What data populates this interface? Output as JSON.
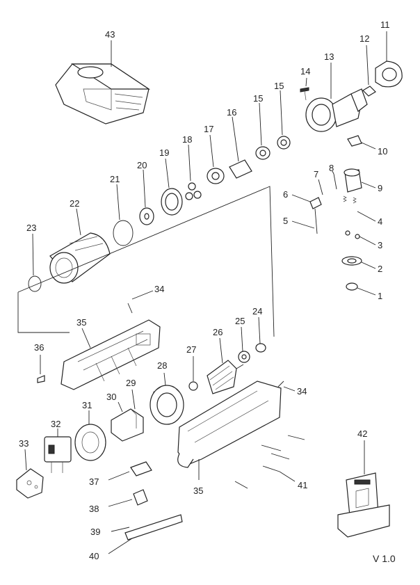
{
  "diagram": {
    "labels": {
      "p1": "1",
      "p2": "2",
      "p3": "3",
      "p4": "4",
      "p5": "5",
      "p6": "6",
      "p7": "7",
      "p8": "8",
      "p9": "9",
      "p10": "10",
      "p11": "11",
      "p12": "12",
      "p13": "13",
      "p14": "14",
      "p15a": "15",
      "p15b": "15",
      "p16": "16",
      "p17": "17",
      "p18": "18",
      "p19": "19",
      "p20": "20",
      "p21": "21",
      "p22": "22",
      "p23": "23",
      "p24": "24",
      "p25": "25",
      "p26": "26",
      "p27": "27",
      "p28": "28",
      "p29": "29",
      "p30": "30",
      "p31": "31",
      "p32": "32",
      "p33": "33",
      "p34a": "34",
      "p34b": "34",
      "p35a": "35",
      "p35b": "35",
      "p36": "36",
      "p37": "37",
      "p38": "38",
      "p39": "39",
      "p40": "40",
      "p41": "41",
      "p42": "42",
      "p43": "43"
    },
    "version": "V 1.0"
  }
}
